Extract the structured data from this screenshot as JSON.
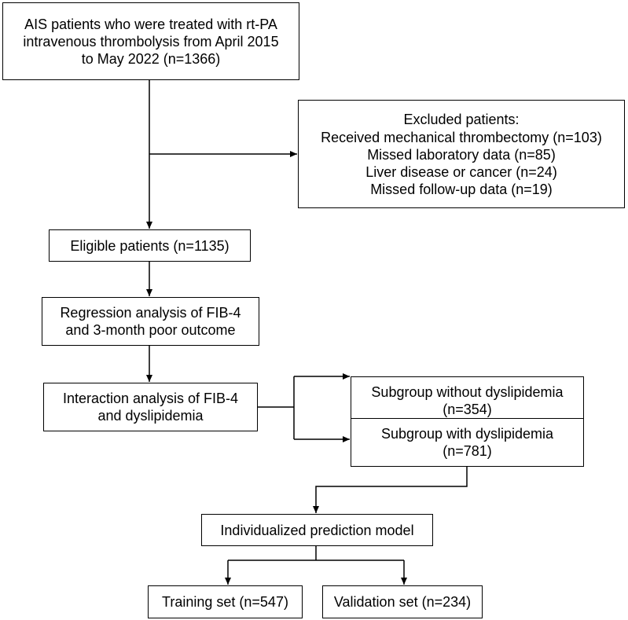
{
  "boxes": {
    "source": {
      "lines": [
        "AIS patients who were treated with rt-PA",
        "intravenous thrombolysis from April 2015",
        "to May 2022 (n=1366)"
      ]
    },
    "excluded": {
      "title": "Excluded patients:",
      "items": [
        "Received mechanical thrombectomy (n=103)",
        "Missed laboratory data (n=85)",
        "Liver disease or cancer (n=24)",
        "Missed follow-up data (n=19)"
      ]
    },
    "eligible": {
      "lines": [
        "Eligible patients (n=1135)"
      ]
    },
    "regression": {
      "lines": [
        "Regression analysis of FIB-4",
        "and 3-month poor outcome"
      ]
    },
    "interaction": {
      "lines": [
        "Interaction analysis of FIB-4",
        "and dyslipidemia"
      ]
    },
    "subgroup_without": {
      "lines": [
        "Subgroup without dyslipidemia",
        "(n=354)"
      ]
    },
    "subgroup_with": {
      "lines": [
        "Subgroup with dyslipidemia",
        "(n=781)"
      ]
    },
    "model": {
      "lines": [
        "Individualized prediction model"
      ]
    },
    "training": {
      "lines": [
        "Training set (n=547)"
      ]
    },
    "validation": {
      "lines": [
        "Validation set (n=234)"
      ]
    }
  },
  "colors": {
    "line": "#000000",
    "box_border": "#000000",
    "background": "#ffffff"
  }
}
